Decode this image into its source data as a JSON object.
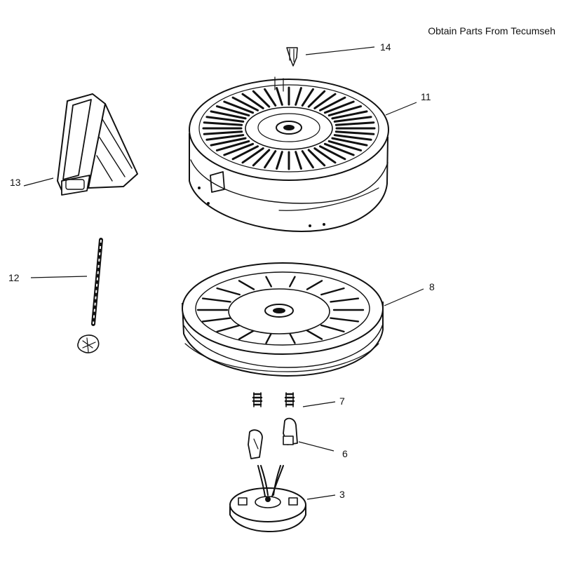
{
  "diagram": {
    "note": "Obtain Parts From Tecumseh",
    "callouts": [
      {
        "id": "c14",
        "label": "14"
      },
      {
        "id": "c11",
        "label": "11"
      },
      {
        "id": "c13",
        "label": "13"
      },
      {
        "id": "c12",
        "label": "12"
      },
      {
        "id": "c8",
        "label": "8"
      },
      {
        "id": "c7",
        "label": "7"
      },
      {
        "id": "c6",
        "label": "6"
      },
      {
        "id": "c3",
        "label": "3"
      }
    ]
  }
}
